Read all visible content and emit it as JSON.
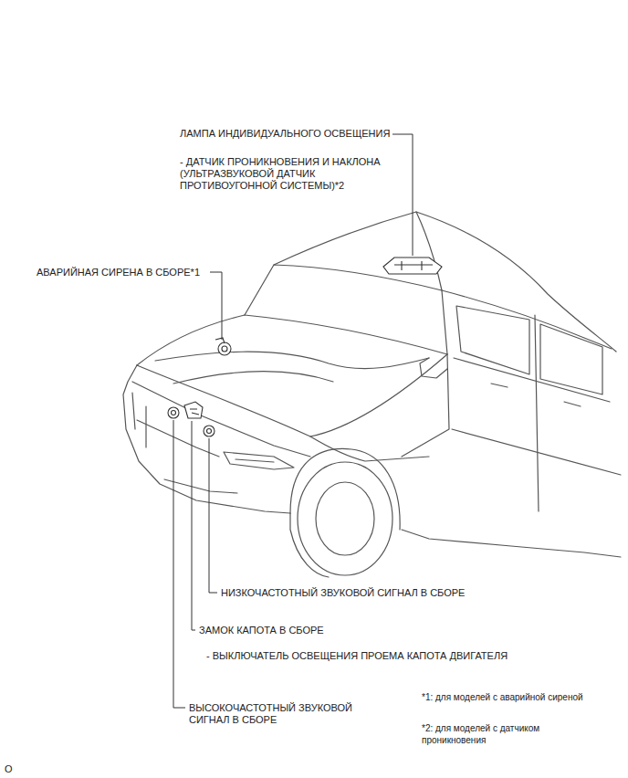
{
  "diagram": {
    "labels": [
      "ЛАМПА ИНДИВИДУАЛЬНОГО ОСВЕЩЕНИЯ",
      "- ДАТЧИК ПРОНИКНОВЕНИЯ И НАКЛОНА (УЛЬТРАЗВУКОВОЙ ДАТЧИК ПРОТИВОУГОННОЙ СИСТЕМЫ)*2",
      "АВАРИЙНАЯ СИРЕНА В СБОРЕ*1",
      "НИЗКОЧАСТОТНЫЙ ЗВУКОВОЙ СИГНАЛ В СБОРЕ",
      "ЗАМОК КАПОТА В СБОРЕ",
      "- ВЫКЛЮЧАТЕЛЬ ОСВЕЩЕНИЯ ПРОЕМА КАПОТА ДВИГАТЕЛЯ",
      "ВЫСОКОЧАСТОТНЫЙ ЗВУКОВОЙ СИГНАЛ В СБОРЕ",
      "*1: для моделей с аварийной сиреной",
      "*2: для моделей с датчиком проникновения",
      "O"
    ]
  }
}
